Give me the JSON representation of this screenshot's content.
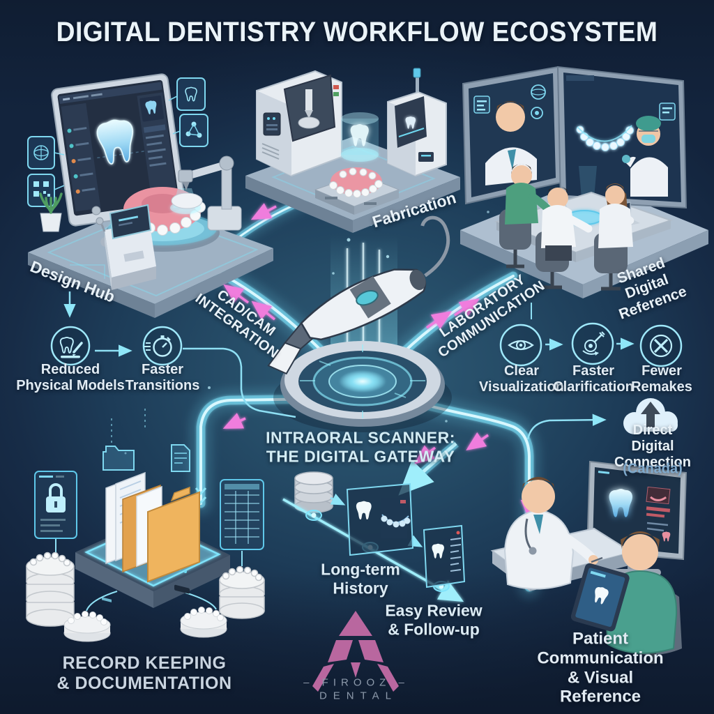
{
  "title": "DIGITAL DENTISTRY WORKFLOW ECOSYSTEM",
  "colors": {
    "background_deep": "#14263f",
    "background_teal": "#2f5b76",
    "glow_cyan": "#7fe3fb",
    "glow_core": "#d9f8ff",
    "arrow_pink": "#f07ddd",
    "text_primary": "#e9f2f8",
    "text_muted": "#c9d4e0",
    "canada_blue": "#7fa9cc",
    "logo_pink": "#b9679f",
    "folder_orange": "#efb45e"
  },
  "sections": {
    "design_hub": {
      "label": "Design Hub"
    },
    "fabrication": {
      "label": "Fabrication"
    },
    "shared_reference": {
      "label": "Shared Digital\nReference"
    },
    "cadcam_integration": {
      "label": "CAD/CAM\nINTEGRATION"
    },
    "laboratory_communication": {
      "label": "LABORATORY\nCOMMUNICATION"
    },
    "intraoral_scanner": {
      "label": "INTRAORAL SCANNER:\nTHE DIGITAL GATEWAY"
    },
    "record_keeping": {
      "label": "RECORD KEEPING\n& DOCUMENTATION"
    },
    "patient_communication": {
      "label": "Patient Communication\n& Visual Reference"
    }
  },
  "benefits_left": [
    {
      "icon": "tooth-pencil-icon",
      "label": "Reduced\nPhysical Models"
    },
    {
      "icon": "stopwatch-icon",
      "label": "Faster\nTransitions"
    }
  ],
  "benefits_right": [
    {
      "icon": "eye-icon",
      "label": "Clear\nVisualization"
    },
    {
      "icon": "dart-target-icon",
      "label": "Faster\nClarification"
    },
    {
      "icon": "crossed-circle-icon",
      "label": "Fewer\nRemakes"
    }
  ],
  "timeline": {
    "history_label": "Long-term\nHistory",
    "review_label": "Easy Review\n& Follow-up"
  },
  "cloud": {
    "icon": "cloud-upload-icon",
    "label": "Direct Digital\nConnection",
    "region": "(Canada)"
  },
  "logo": {
    "name": "– FIROOZ –",
    "sub": "DENTAL"
  }
}
